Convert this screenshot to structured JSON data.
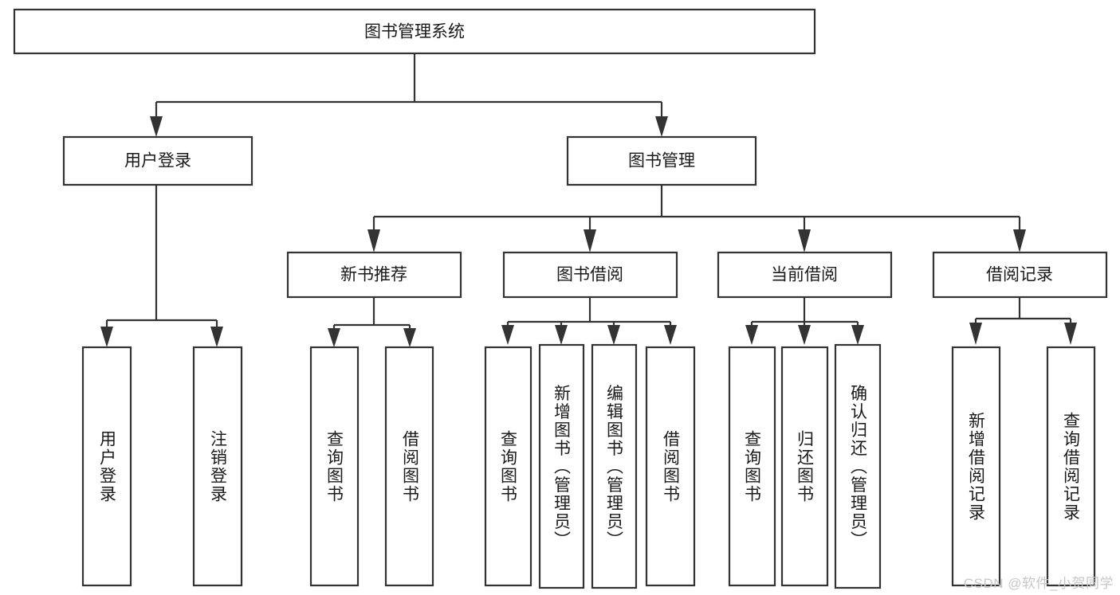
{
  "diagram": {
    "title": "图书管理系统",
    "type": "tree",
    "root": {
      "id": "root",
      "label": "图书管理系统",
      "orientation": "horizontal"
    },
    "level1": [
      {
        "id": "user-login",
        "label": "用户登录",
        "orientation": "horizontal"
      },
      {
        "id": "book-management",
        "label": "图书管理",
        "orientation": "horizontal"
      }
    ],
    "level2": [
      {
        "id": "new-book-recommend",
        "label": "新书推荐",
        "orientation": "horizontal",
        "parent": "book-management"
      },
      {
        "id": "book-borrow",
        "label": "图书借阅",
        "orientation": "horizontal",
        "parent": "book-management"
      },
      {
        "id": "current-borrow",
        "label": "当前借阅",
        "orientation": "horizontal",
        "parent": "book-management"
      },
      {
        "id": "borrow-record",
        "label": "借阅记录",
        "orientation": "horizontal",
        "parent": "book-management"
      }
    ],
    "leaves": [
      {
        "id": "leaf-user-login",
        "label": "用户登录",
        "orientation": "vertical",
        "parent": "user-login"
      },
      {
        "id": "leaf-user-logout",
        "label": "注销登录",
        "orientation": "vertical",
        "parent": "user-login"
      },
      {
        "id": "leaf-query-book-1",
        "label": "查询图书",
        "orientation": "vertical",
        "parent": "new-book-recommend"
      },
      {
        "id": "leaf-borrow-book-1",
        "label": "借阅图书",
        "orientation": "vertical",
        "parent": "new-book-recommend"
      },
      {
        "id": "leaf-query-book-2",
        "label": "查询图书",
        "orientation": "vertical",
        "parent": "book-borrow"
      },
      {
        "id": "leaf-add-book",
        "label": "新增图书（管理员）",
        "orientation": "vertical",
        "parent": "book-borrow"
      },
      {
        "id": "leaf-edit-book",
        "label": "编辑图书（管理员）",
        "orientation": "vertical",
        "parent": "book-borrow"
      },
      {
        "id": "leaf-borrow-book-2",
        "label": "借阅图书",
        "orientation": "vertical",
        "parent": "book-borrow"
      },
      {
        "id": "leaf-query-book-3",
        "label": "查询图书",
        "orientation": "vertical",
        "parent": "current-borrow"
      },
      {
        "id": "leaf-return-book",
        "label": "归还图书",
        "orientation": "vertical",
        "parent": "current-borrow"
      },
      {
        "id": "leaf-confirm-return",
        "label": "确认归还（管理员）",
        "orientation": "vertical",
        "parent": "current-borrow"
      },
      {
        "id": "leaf-add-record",
        "label": "新增借阅记录",
        "orientation": "vertical",
        "parent": "borrow-record"
      },
      {
        "id": "leaf-query-record",
        "label": "查询借阅记录",
        "orientation": "vertical",
        "parent": "borrow-record"
      }
    ],
    "colors": {
      "stroke": "#333333",
      "fill": "#ffffff",
      "text": "#1a1a1a",
      "watermark": "#c7c7c7",
      "background": "#ffffff"
    }
  },
  "watermark": {
    "text": "CSDN @软件_小贺同学"
  }
}
